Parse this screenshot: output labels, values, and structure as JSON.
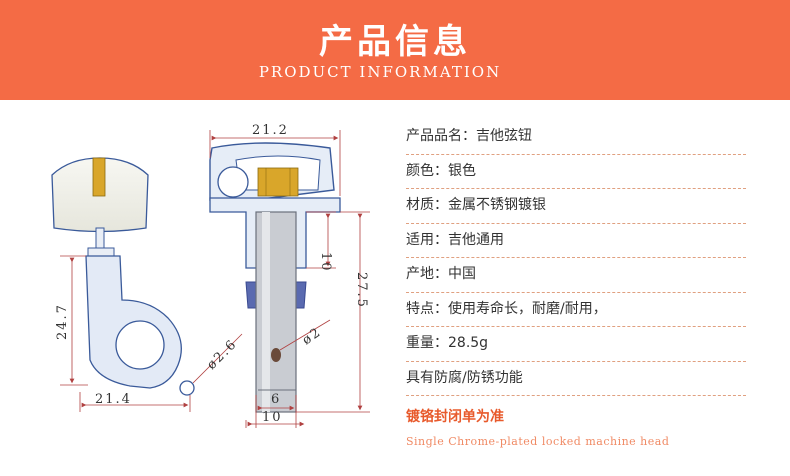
{
  "header": {
    "title": "产品信息",
    "subtitle": "PRODUCT INFORMATION",
    "background": "#f46b45"
  },
  "drawing": {
    "dim_width_top": "21.2",
    "dim_height_10": "10",
    "dim_height_total": "27.5",
    "dim_height_left": "24.7",
    "dim_width_left": "21.4",
    "dim_hole_left": "ø2.6",
    "dim_hole_right": "ø2",
    "dim_shaft_6": "6",
    "dim_shaft_10": "10"
  },
  "specs": [
    {
      "label": "产品品名：",
      "value": "吉他弦钮"
    },
    {
      "label": "颜色：",
      "value": "银色"
    },
    {
      "label": "材质：",
      "value": "金属不锈钢镀银"
    },
    {
      "label": "适用：",
      "value": "吉他通用"
    },
    {
      "label": "产地：",
      "value": "中国"
    },
    {
      "label": "特点：",
      "value": "使用寿命长，耐磨/耐用，"
    },
    {
      "label": "重量：",
      "value": "28.5g"
    },
    {
      "label": "",
      "value": "具有防腐/防锈功能"
    }
  ],
  "highlight": "镀铬封闭单为准",
  "footer_en": "Single Chrome-plated locked machine head",
  "colors": {
    "accent": "#f46b45",
    "line_blue": "#3a5a9a",
    "dim_line": "#b04040"
  }
}
